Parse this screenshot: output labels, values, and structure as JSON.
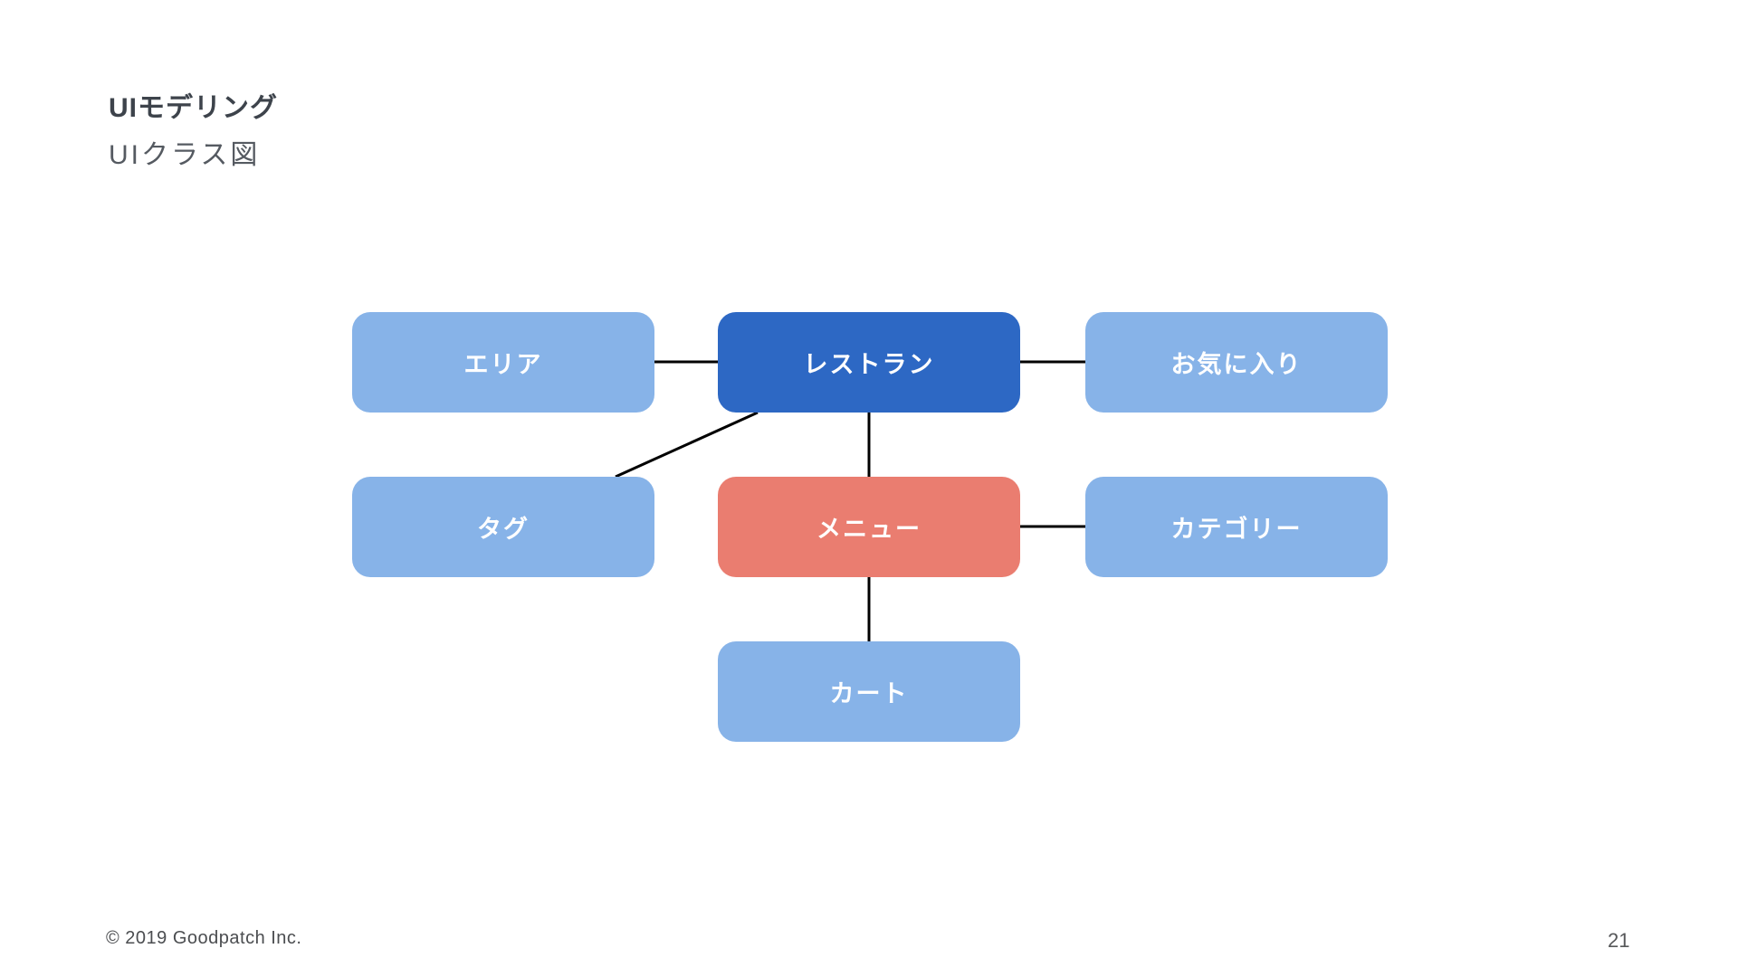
{
  "slide": {
    "title": "UIモデリング",
    "subtitle": "UIクラス図",
    "footer": "© 2019 Goodpatch Inc.",
    "page_number": "21"
  },
  "colors": {
    "light_blue": "#87B3E8",
    "dark_blue": "#2D68C4",
    "coral": "#EA7D70",
    "line": "#000000",
    "title_text": "#3d434b",
    "subtitle_text": "#555a61",
    "node_text": "#ffffff"
  },
  "diagram": {
    "type": "ui-class-diagram",
    "nodes": [
      {
        "id": "area",
        "label": "エリア",
        "color_role": "light_blue"
      },
      {
        "id": "restaurant",
        "label": "レストラン",
        "color_role": "dark_blue"
      },
      {
        "id": "favorites",
        "label": "お気に入り",
        "color_role": "light_blue"
      },
      {
        "id": "tag",
        "label": "タグ",
        "color_role": "light_blue"
      },
      {
        "id": "menu",
        "label": "メニュー",
        "color_role": "coral"
      },
      {
        "id": "category",
        "label": "カテゴリー",
        "color_role": "light_blue"
      },
      {
        "id": "cart",
        "label": "カート",
        "color_role": "light_blue"
      }
    ],
    "edges": [
      {
        "from": "area",
        "to": "restaurant"
      },
      {
        "from": "restaurant",
        "to": "favorites"
      },
      {
        "from": "restaurant",
        "to": "tag"
      },
      {
        "from": "restaurant",
        "to": "menu"
      },
      {
        "from": "menu",
        "to": "category"
      },
      {
        "from": "menu",
        "to": "cart"
      }
    ]
  }
}
